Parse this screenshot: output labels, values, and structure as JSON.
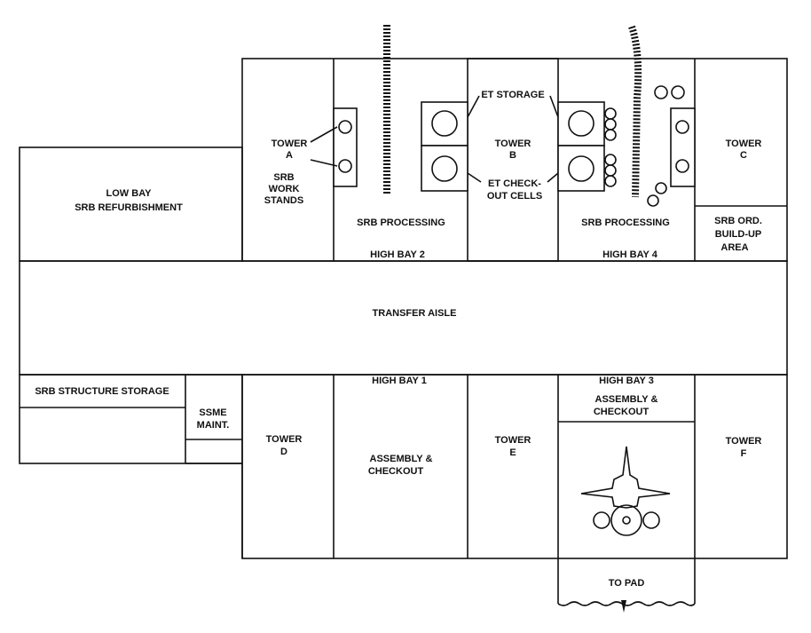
{
  "diagram": {
    "labels": {
      "low_bay": [
        "LOW BAY",
        "SRB REFURBISHMENT"
      ],
      "tower_a": [
        "TOWER",
        "A"
      ],
      "srb_work_stands": [
        "SRB",
        "WORK",
        "STANDS"
      ],
      "srb_processing_left": "SRB PROCESSING",
      "high_bay_2": "HIGH BAY 2",
      "et_storage": "ET STORAGE",
      "tower_b": [
        "TOWER",
        "B"
      ],
      "et_checkout_cells": [
        "ET CHECK-",
        "OUT CELLS"
      ],
      "srb_processing_right": "SRB PROCESSING",
      "high_bay_4": "HIGH BAY 4",
      "tower_c": [
        "TOWER",
        "C"
      ],
      "srb_ord": [
        "SRB ORD.",
        "BUILD-UP",
        "AREA"
      ],
      "transfer_aisle": "TRANSFER AISLE",
      "srb_structure_storage": "SRB STRUCTURE STORAGE",
      "ssme_maint": [
        "SSME",
        "MAINT."
      ],
      "tower_d": [
        "TOWER",
        "D"
      ],
      "high_bay_1": "HIGH BAY 1",
      "assembly_checkout_1": [
        "ASSEMBLY &",
        "CHECKOUT"
      ],
      "tower_e": [
        "TOWER",
        "E"
      ],
      "high_bay_3": "HIGH BAY 3",
      "assembly_checkout_3": [
        "ASSEMBLY &",
        "CHECKOUT"
      ],
      "tower_f": [
        "TOWER",
        "F"
      ],
      "to_pad": "TO PAD"
    }
  }
}
